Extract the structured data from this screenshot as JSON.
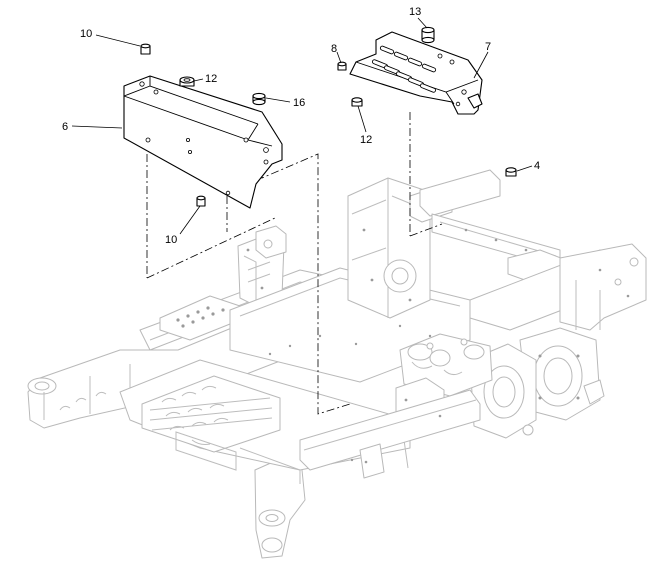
{
  "callouts": {
    "c10_top": "10",
    "c12_top": "12",
    "c16": "16",
    "c6": "6",
    "c10_bottom": "10",
    "c8": "8",
    "c13": "13",
    "c7": "7",
    "c12_right": "12",
    "c4": "4"
  },
  "colors": {
    "linework": "#000000",
    "ghost_frame": "#b9b9b9",
    "background": "#ffffff"
  }
}
